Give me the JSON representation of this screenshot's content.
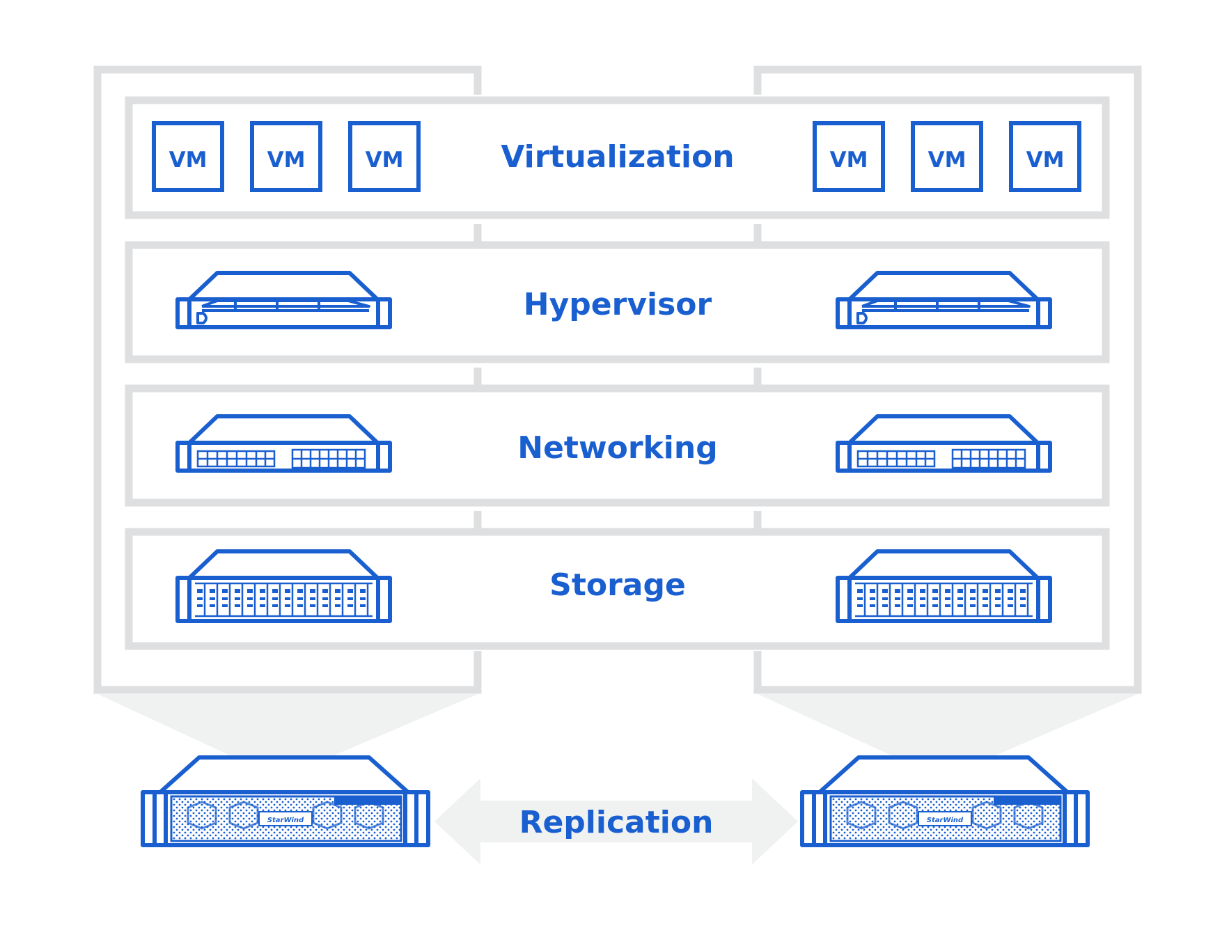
{
  "diagram": {
    "colors": {
      "accent": "#1a5fd0",
      "frame": "#dedfe0",
      "shadow": "#f0f1f1",
      "background": "#ffffff"
    },
    "layers": [
      {
        "id": "virtualization",
        "label": "Virtualization"
      },
      {
        "id": "hypervisor",
        "label": "Hypervisor"
      },
      {
        "id": "networking",
        "label": "Networking"
      },
      {
        "id": "storage",
        "label": "Storage"
      }
    ],
    "vm_label": "VM",
    "vms_left": [
      "VM",
      "VM",
      "VM"
    ],
    "vms_right": [
      "VM",
      "VM",
      "VM"
    ],
    "replication": {
      "label": "Replication"
    },
    "appliance_brand": "StarWind",
    "icons": {
      "hypervisor": "server-icon",
      "networking": "network-switch-icon",
      "storage": "storage-array-icon",
      "appliance": "storage-appliance-icon",
      "replication": "double-arrow-icon"
    }
  }
}
